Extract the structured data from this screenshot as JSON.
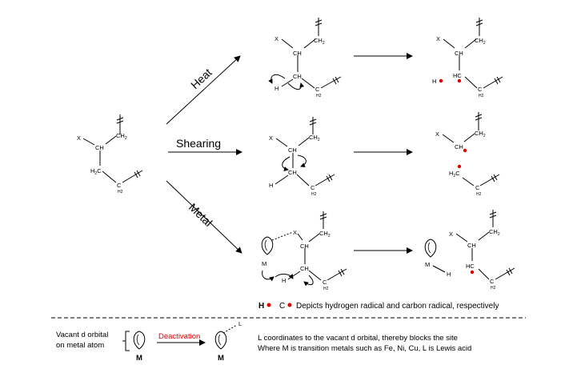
{
  "pathways": {
    "heat": "Heat",
    "shearing": "Shearing",
    "metal": "Metal"
  },
  "atoms": {
    "x": "X",
    "ch": "CH",
    "ch2": "CH",
    "c": "C",
    "h2c": "H",
    "h": "H",
    "hc": "HC",
    "m": "M",
    "sub2": "2"
  },
  "legend": {
    "h": "H",
    "c": "C",
    "text": "Depicts hydrogen radical and carbon radical, respectively"
  },
  "bottom": {
    "vacant_line1": "Vacant d orbital",
    "vacant_line2": "on metal atom",
    "deactivation": "Deactivation",
    "m_label": "M",
    "l_label": "L",
    "note_line1": "L coordinates to the vacant d orbital, thereby blocks the site",
    "note_line2": "Where M is transition metals such as Fe, Ni, Cu, L is Lewis acid"
  },
  "colors": {
    "radical": "#e00000",
    "deactivation": "#e00000",
    "ink": "#000000"
  }
}
